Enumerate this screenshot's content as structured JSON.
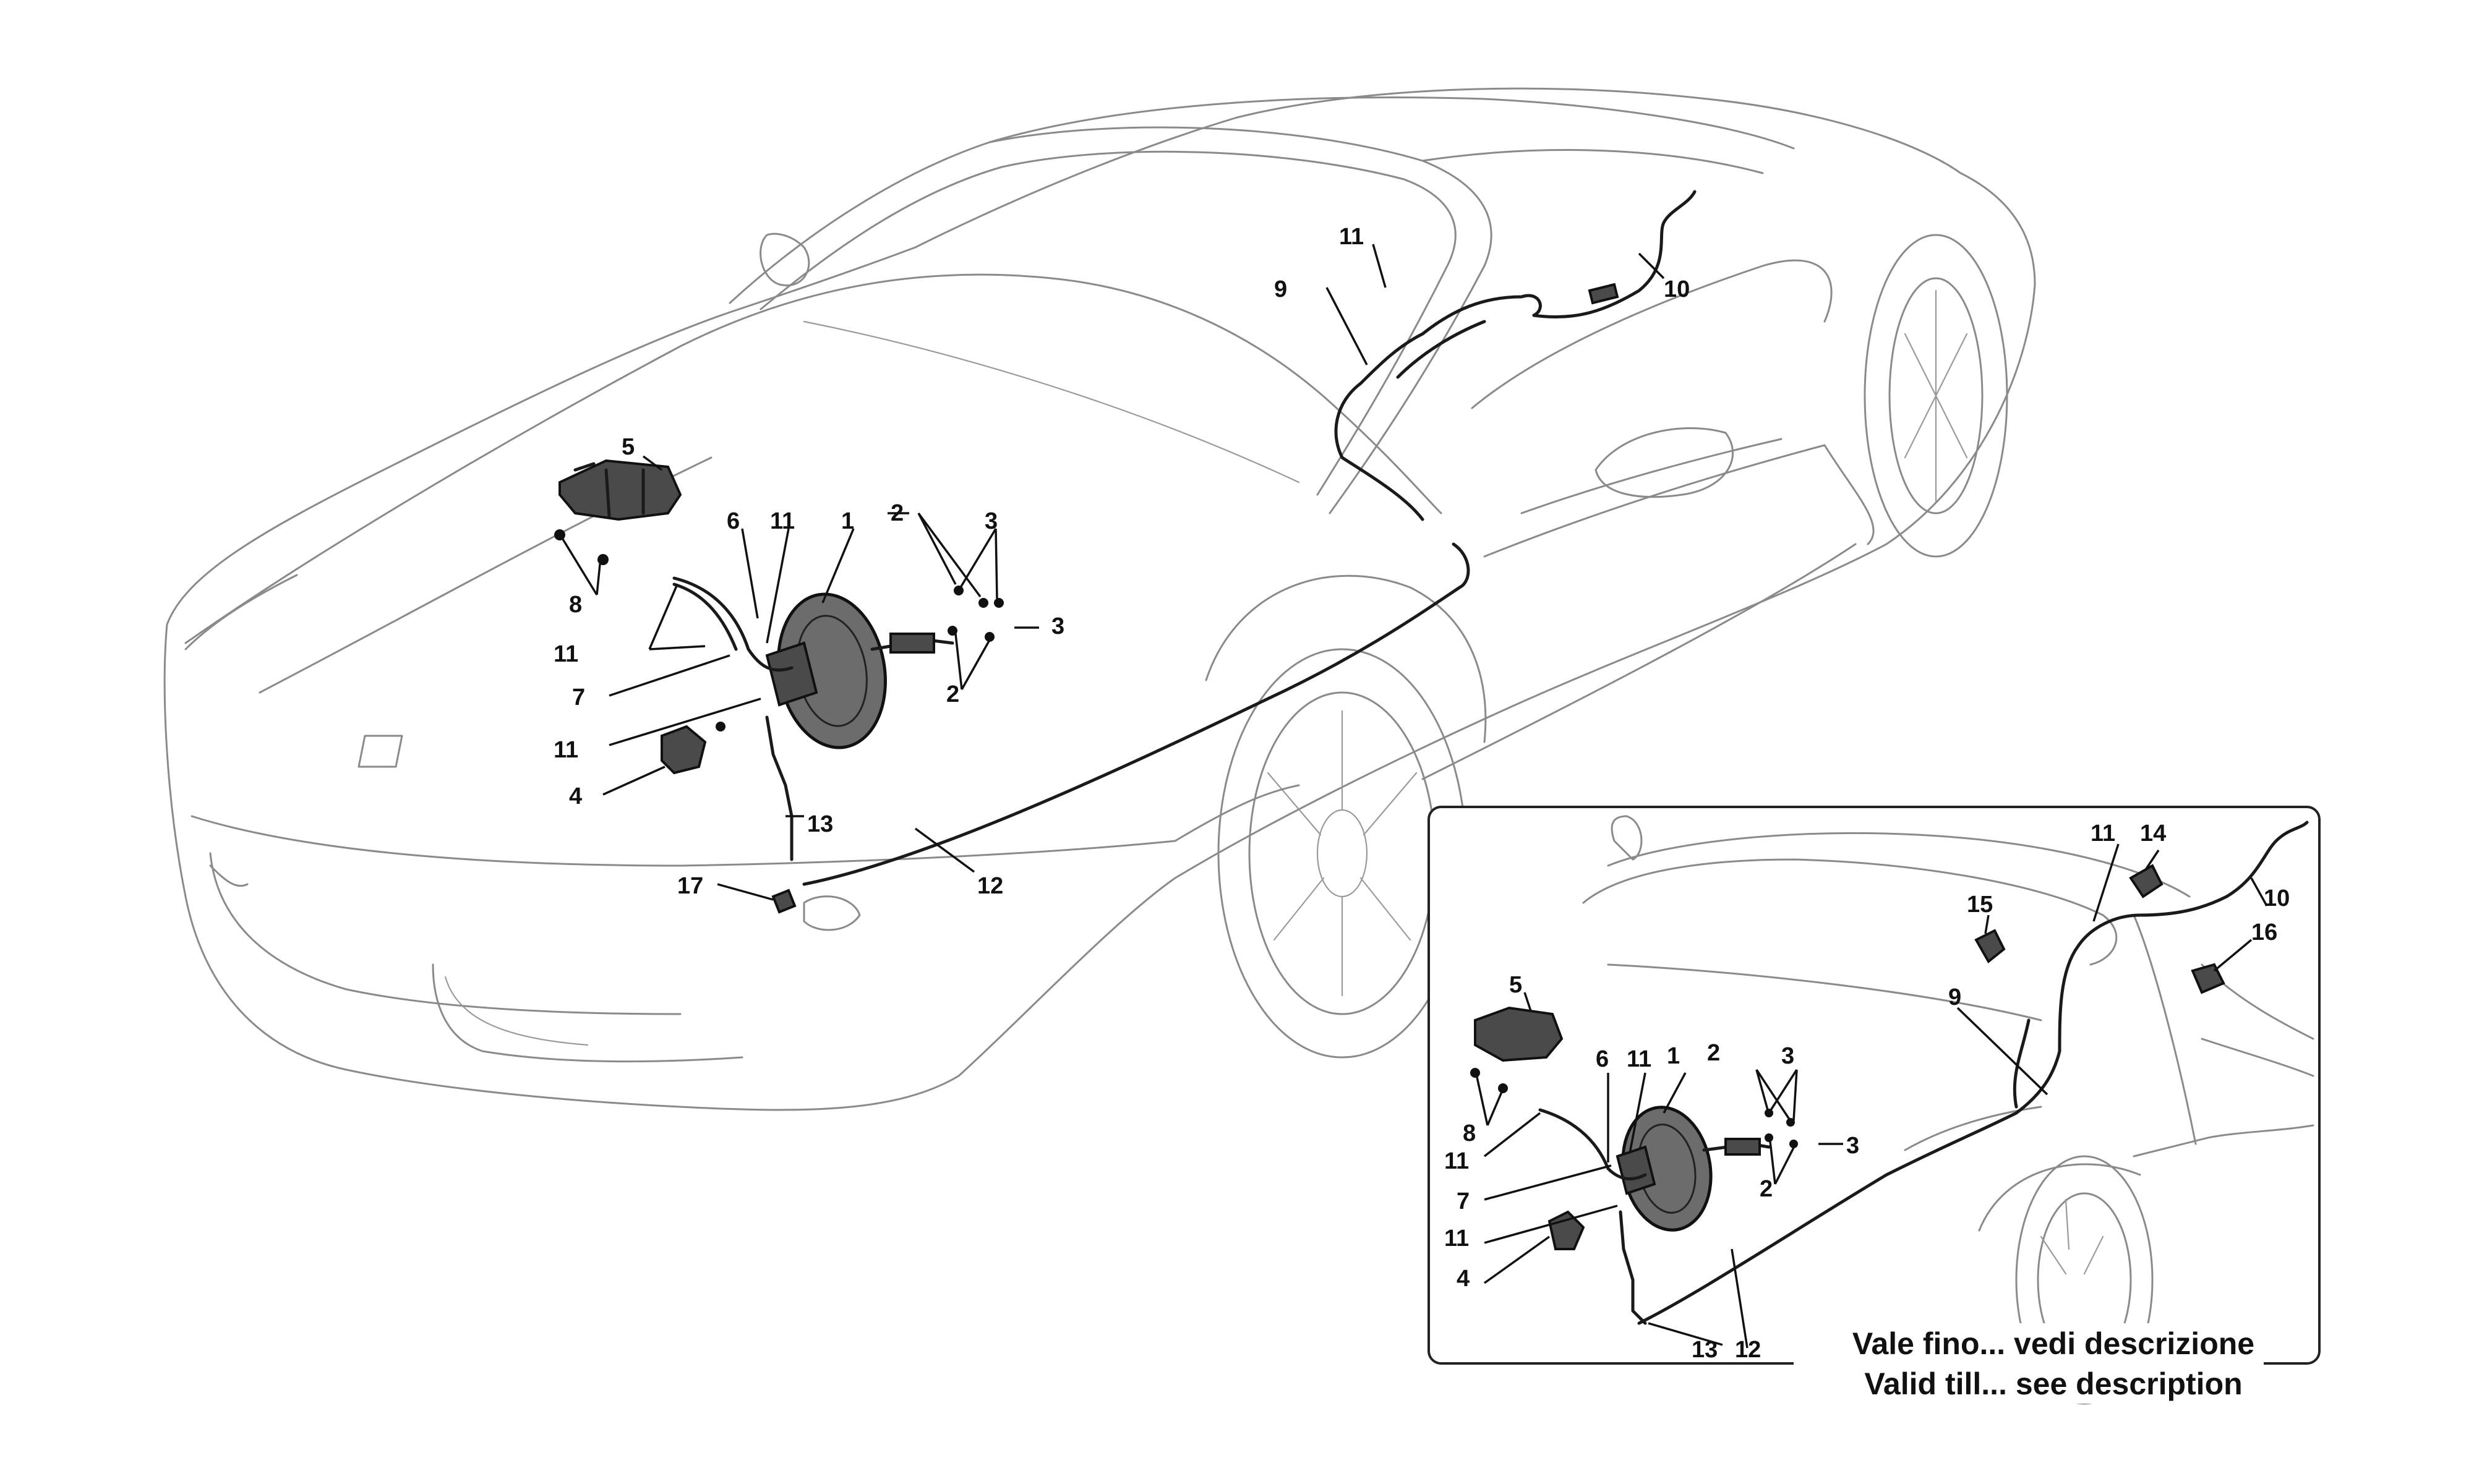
{
  "main_callouts": [
    {
      "id": "m1",
      "text": "1"
    },
    {
      "id": "m2a",
      "text": "2"
    },
    {
      "id": "m2b",
      "text": "2"
    },
    {
      "id": "m3a",
      "text": "3"
    },
    {
      "id": "m3b",
      "text": "3"
    },
    {
      "id": "m4",
      "text": "4"
    },
    {
      "id": "m5",
      "text": "5"
    },
    {
      "id": "m6",
      "text": "6"
    },
    {
      "id": "m7",
      "text": "7"
    },
    {
      "id": "m8",
      "text": "8"
    },
    {
      "id": "m9",
      "text": "9"
    },
    {
      "id": "m10",
      "text": "10"
    },
    {
      "id": "m11a",
      "text": "11"
    },
    {
      "id": "m11b",
      "text": "11"
    },
    {
      "id": "m11c",
      "text": "11"
    },
    {
      "id": "m11d",
      "text": "11"
    },
    {
      "id": "m12",
      "text": "12"
    },
    {
      "id": "m13",
      "text": "13"
    },
    {
      "id": "m17",
      "text": "17"
    }
  ],
  "inset_callouts": [
    {
      "id": "i1",
      "text": "1"
    },
    {
      "id": "i2a",
      "text": "2"
    },
    {
      "id": "i2b",
      "text": "2"
    },
    {
      "id": "i3a",
      "text": "3"
    },
    {
      "id": "i3b",
      "text": "3"
    },
    {
      "id": "i4",
      "text": "4"
    },
    {
      "id": "i5",
      "text": "5"
    },
    {
      "id": "i6",
      "text": "6"
    },
    {
      "id": "i7",
      "text": "7"
    },
    {
      "id": "i8",
      "text": "8"
    },
    {
      "id": "i9",
      "text": "9"
    },
    {
      "id": "i10",
      "text": "10"
    },
    {
      "id": "i11a",
      "text": "11"
    },
    {
      "id": "i11b",
      "text": "11"
    },
    {
      "id": "i11c",
      "text": "11"
    },
    {
      "id": "i11d",
      "text": "11"
    },
    {
      "id": "i12",
      "text": "12"
    },
    {
      "id": "i13",
      "text": "13"
    },
    {
      "id": "i14",
      "text": "14"
    },
    {
      "id": "i15",
      "text": "15"
    },
    {
      "id": "i16",
      "text": "16"
    }
  ],
  "inset_caption": {
    "italian": "Vale fino... vedi descrizione",
    "english": "Valid till... see description"
  }
}
